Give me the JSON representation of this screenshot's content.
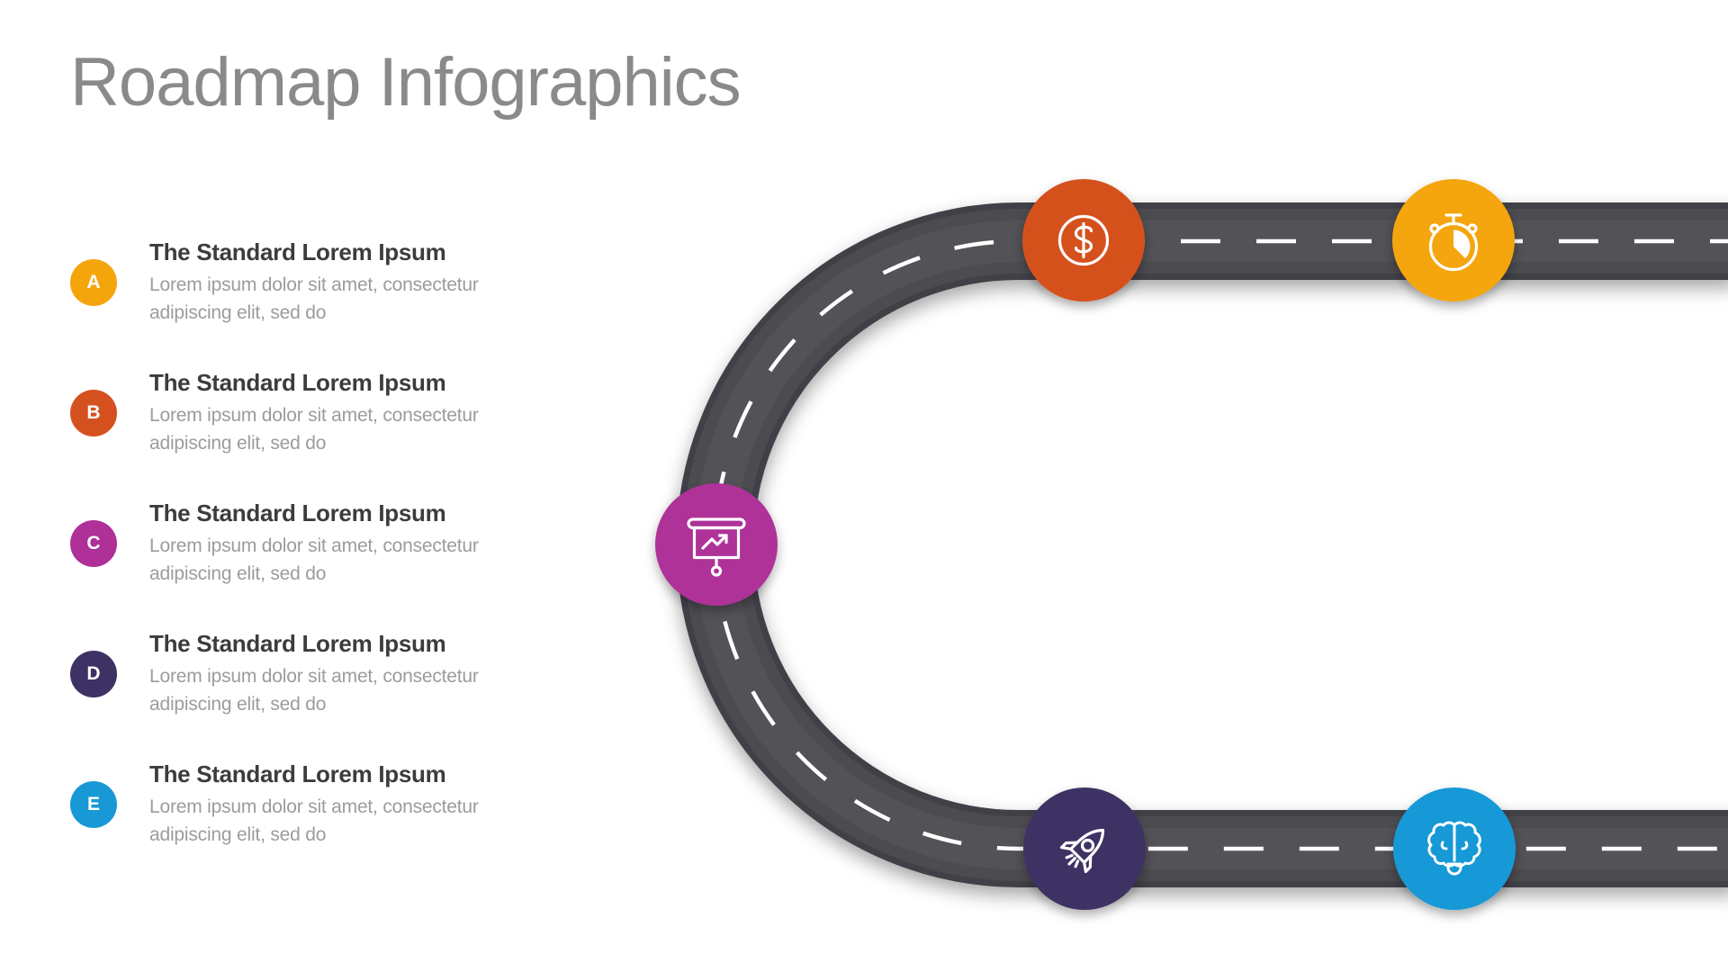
{
  "slide": {
    "title": "Roadmap Infographics",
    "title_color": "#8A8A8A",
    "background_color": "#FFFFFF"
  },
  "legend": {
    "items": [
      {
        "letter": "A",
        "color": "#F5A50C",
        "heading": "The Standard Lorem Ipsum",
        "description": "Lorem ipsum dolor sit amet, consectetur\nadipiscing elit, sed do"
      },
      {
        "letter": "B",
        "color": "#D4511F",
        "heading": "The Standard Lorem Ipsum",
        "description": "Lorem ipsum dolor sit amet, consectetur\nadipiscing elit, sed do"
      },
      {
        "letter": "C",
        "color": "#AE3098",
        "heading": "The Standard Lorem Ipsum",
        "description": "Lorem ipsum dolor sit amet, consectetur\nadipiscing elit, sed do"
      },
      {
        "letter": "D",
        "color": "#3E3163",
        "heading": "The Standard Lorem Ipsum",
        "description": "Lorem ipsum dolor sit amet, consectetur\nadipiscing elit, sed do"
      },
      {
        "letter": "E",
        "color": "#1899D6",
        "heading": "The Standard Lorem Ipsum",
        "description": "Lorem ipsum dolor sit amet, consectetur\nadipiscing elit, sed do"
      }
    ]
  },
  "road": {
    "asphalt_color": "#4B4B50",
    "edge_color": "#414146",
    "dash_color": "#FFFFFF"
  },
  "milestones": [
    {
      "name": "money",
      "icon": "dollar-coin-icon",
      "color": "#D5511E"
    },
    {
      "name": "time",
      "icon": "stopwatch-icon",
      "color": "#F5A50C"
    },
    {
      "name": "presentation",
      "icon": "presentation-chart-icon",
      "color": "#AE3098"
    },
    {
      "name": "launch",
      "icon": "rocket-icon",
      "color": "#3E3163"
    },
    {
      "name": "idea",
      "icon": "brain-icon",
      "color": "#1899D6"
    }
  ]
}
